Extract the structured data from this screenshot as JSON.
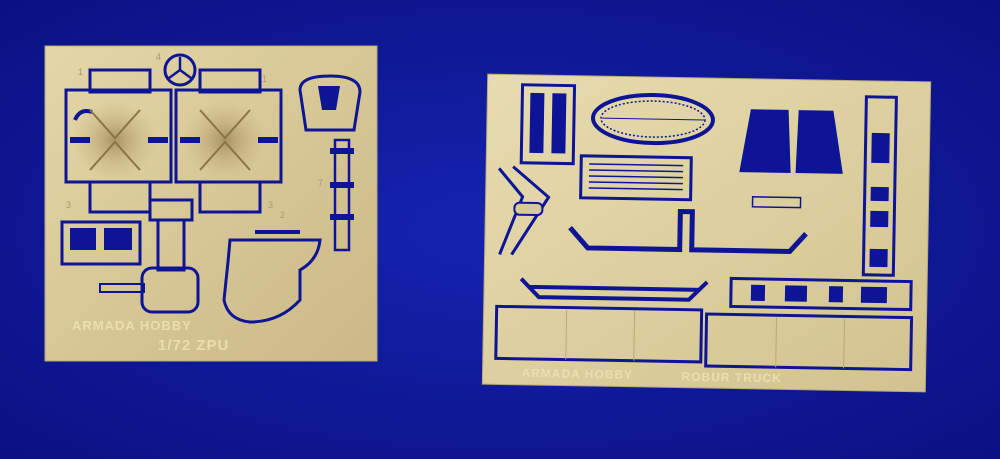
{
  "background_color": "#0d1596",
  "brass_color": "#d8c99a",
  "left_fret": {
    "maker_label": "ARMADA HOBBY",
    "title_label": "1/72 ZPU",
    "part_numbers": [
      "1",
      "4",
      "1",
      "3",
      "3",
      "7",
      "2"
    ]
  },
  "right_fret": {
    "maker_label": "ARMADA HOBBY",
    "title_label": "ROBUR TRUCK"
  }
}
